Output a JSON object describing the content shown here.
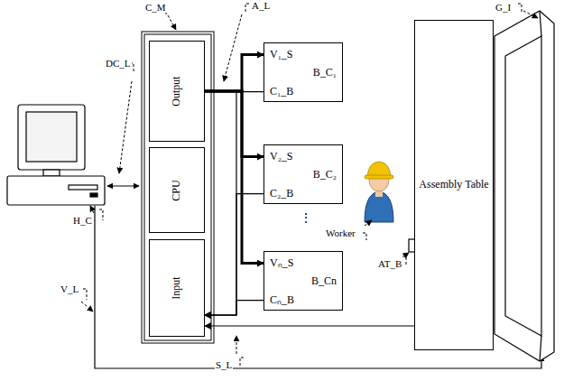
{
  "diagram": {
    "nodes": [
      {
        "text": [
          "Output"
        ]
      },
      {
        "text": [
          "CPU"
        ]
      },
      {
        "text": [
          "Input"
        ]
      },
      {
        "text": [
          "V₁_S",
          "B_C₁",
          "C₁_B"
        ]
      },
      {
        "text": [
          "V₂_S",
          "B_C₂",
          "C₂_B"
        ]
      },
      {
        "text": [
          "Vₙ_S",
          "B_Cn",
          "Cₙ_B"
        ]
      },
      {
        "text": [
          "Assembly Table"
        ]
      }
    ],
    "edges": [
      {
        "from": 0,
        "to": 3,
        "arrow": "to"
      },
      {
        "from": 0,
        "to": 4,
        "arrow": "to"
      },
      {
        "from": 0,
        "to": 5,
        "arrow": "to"
      },
      {
        "from": 3,
        "to": 2,
        "arrow": "to"
      },
      {
        "from": 4,
        "to": 2,
        "arrow": "to"
      },
      {
        "from": 5,
        "to": 2,
        "arrow": "to"
      },
      {
        "from": 6,
        "to": 2,
        "arrow": "to"
      }
    ],
    "labels": [
      "C_M",
      "A_L",
      "DC_L",
      "H_C",
      "V_L",
      "S_L",
      "Worker",
      "AT_B",
      "G_I",
      "⋮"
    ]
  }
}
